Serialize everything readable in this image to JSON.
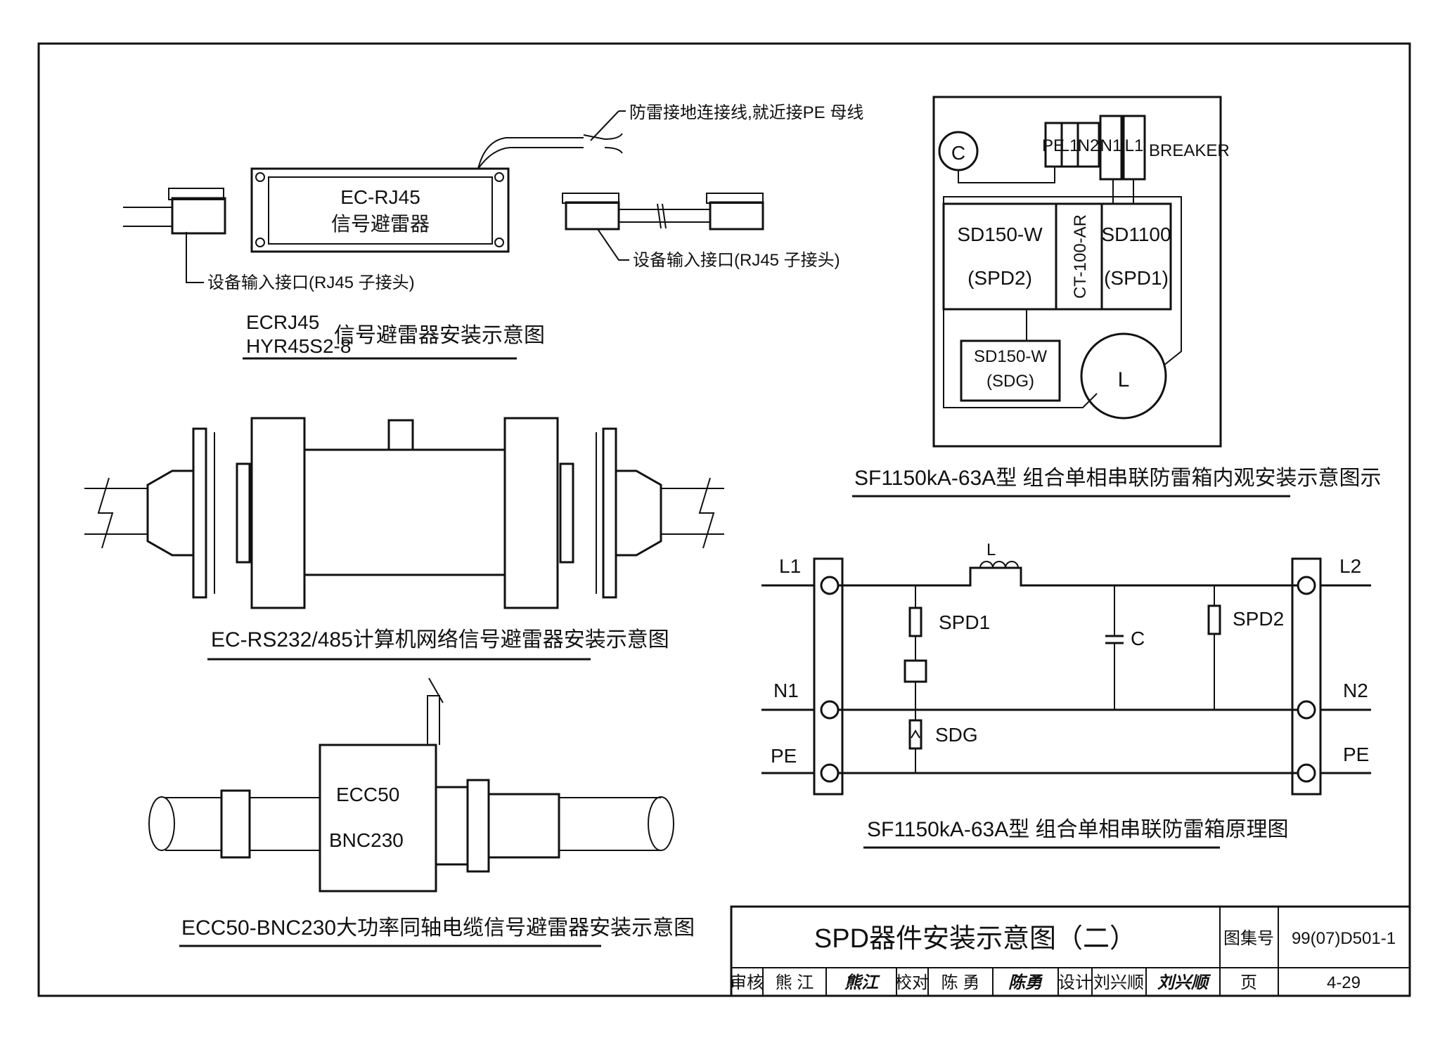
{
  "rj45": {
    "device_line1": "EC-RJ45",
    "device_line2": "信号避雷器",
    "ground_note": "防雷接地连接线,就近接PE 母线",
    "port_left": "设备输入接口(RJ45  子接头)",
    "port_right": "设备输入接口(RJ45  子接头)",
    "caption_model1": "ECRJ45",
    "caption_model2": "HYR45S2-8",
    "caption_text": "信号避雷器安装示意图"
  },
  "rs232": {
    "caption": "EC-RS232/485计算机网络信号避雷器安装示意图"
  },
  "coax": {
    "label1": "ECC50",
    "label2": "BNC230",
    "caption": "ECC50-BNC230大功率同轴电缆信号避雷器安装示意图"
  },
  "box_view": {
    "c_label": "C",
    "terminals": [
      "PE",
      "L1",
      "N2",
      "N1",
      "L1"
    ],
    "breaker": "BREAKER",
    "spd2_line1": "SD150-W",
    "spd2_line2": "(SPD2)",
    "ct_label": "CT-100-AR",
    "spd1_line1": "SD1100",
    "spd1_line2": "(SPD1)",
    "sdg_line1": "SD150-W",
    "sdg_line2": "(SDG)",
    "l_label": "L",
    "caption": "SF1150kA-63A型 组合单相串联防雷箱内观安装示意图示"
  },
  "schematic": {
    "L1": "L1",
    "N1": "N1",
    "PE_left": "PE",
    "L2": "L2",
    "N2": "N2",
    "PE_right": "PE",
    "inductor": "L",
    "spd1": "SPD1",
    "spd2": "SPD2",
    "cap": "C",
    "sdg": "SDG",
    "caption": "SF1150kA-63A型 组合单相串联防雷箱原理图"
  },
  "title_block": {
    "title": "SPD器件安装示意图（二）",
    "atlas_label": "图集号",
    "atlas_no": "99(07)D501-1",
    "review_label": "审核",
    "review_name": "熊 江",
    "review_sign": "熊江",
    "check_label": "校对",
    "check_name": "陈 勇",
    "check_sign": "陈勇",
    "design_label": "设计",
    "design_name": "刘兴顺",
    "design_sign": "刘兴顺",
    "page_label": "页",
    "page_no": "4-29"
  }
}
